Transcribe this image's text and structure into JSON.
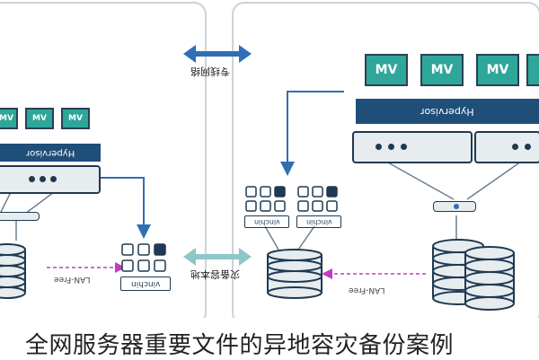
{
  "top_link_label": "专线网络",
  "middle_link_label": "灾备容本地",
  "lan_free_label": "LAN-Free",
  "hypervisor_label": "Hypervisor",
  "vm_label": "MV",
  "vinchin_label": "vinchin",
  "caption": "全网服务器重要文件的异地容灾备份案例",
  "colors": {
    "arrow": "#2f6fb5",
    "hypervisor": "#1f4e79",
    "vm": "#2fa69a",
    "frame": "#1f3a52",
    "lan_free_arrow": "#c13cc1"
  }
}
